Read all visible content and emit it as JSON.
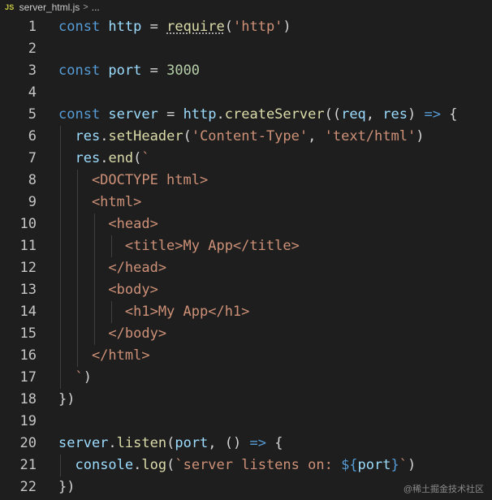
{
  "breadcrumb": {
    "file_badge": "JS",
    "file_name": "server_html.js",
    "separator": ">",
    "more": "..."
  },
  "code_lines": [
    {
      "n": "1",
      "tokens": [
        [
          "kw",
          "const "
        ],
        [
          "var",
          "http"
        ],
        [
          "punc",
          " = "
        ],
        [
          "fn",
          "require"
        ],
        [
          "punc",
          "("
        ],
        [
          "str",
          "'http'"
        ],
        [
          "punc",
          ")"
        ]
      ]
    },
    {
      "n": "2",
      "tokens": []
    },
    {
      "n": "3",
      "tokens": [
        [
          "kw",
          "const "
        ],
        [
          "var",
          "port"
        ],
        [
          "punc",
          " = "
        ],
        [
          "num",
          "3000"
        ]
      ]
    },
    {
      "n": "4",
      "tokens": []
    },
    {
      "n": "5",
      "tokens": [
        [
          "kw",
          "const "
        ],
        [
          "var",
          "server"
        ],
        [
          "punc",
          " = "
        ],
        [
          "var",
          "http"
        ],
        [
          "punc",
          "."
        ],
        [
          "fn",
          "createServer"
        ],
        [
          "punc",
          "(("
        ],
        [
          "var",
          "req"
        ],
        [
          "punc",
          ", "
        ],
        [
          "var",
          "res"
        ],
        [
          "punc",
          ") "
        ],
        [
          "kw",
          "=>"
        ],
        [
          "punc",
          " {"
        ]
      ]
    },
    {
      "n": "6",
      "tokens": [
        [
          "punc",
          "  "
        ],
        [
          "var",
          "res"
        ],
        [
          "punc",
          "."
        ],
        [
          "fn",
          "setHeader"
        ],
        [
          "punc",
          "("
        ],
        [
          "str",
          "'Content-Type'"
        ],
        [
          "punc",
          ", "
        ],
        [
          "str",
          "'text/html'"
        ],
        [
          "punc",
          ")"
        ]
      ]
    },
    {
      "n": "7",
      "tokens": [
        [
          "punc",
          "  "
        ],
        [
          "var",
          "res"
        ],
        [
          "punc",
          "."
        ],
        [
          "fn",
          "end"
        ],
        [
          "punc",
          "("
        ],
        [
          "str",
          "`"
        ]
      ]
    },
    {
      "n": "8",
      "tokens": [
        [
          "str",
          "    <DOCTYPE html>"
        ]
      ]
    },
    {
      "n": "9",
      "tokens": [
        [
          "str",
          "    <html>"
        ]
      ]
    },
    {
      "n": "10",
      "tokens": [
        [
          "str",
          "      <head>"
        ]
      ]
    },
    {
      "n": "11",
      "tokens": [
        [
          "str",
          "        <title>My App</title>"
        ]
      ]
    },
    {
      "n": "12",
      "tokens": [
        [
          "str",
          "      </head>"
        ]
      ]
    },
    {
      "n": "13",
      "tokens": [
        [
          "str",
          "      <body>"
        ]
      ]
    },
    {
      "n": "14",
      "tokens": [
        [
          "str",
          "        <h1>My App</h1>"
        ]
      ]
    },
    {
      "n": "15",
      "tokens": [
        [
          "str",
          "      </body>"
        ]
      ]
    },
    {
      "n": "16",
      "tokens": [
        [
          "str",
          "    </html>"
        ]
      ]
    },
    {
      "n": "17",
      "tokens": [
        [
          "str",
          "  `"
        ],
        [
          "punc",
          ")"
        ]
      ]
    },
    {
      "n": "18",
      "tokens": [
        [
          "punc",
          "})"
        ]
      ]
    },
    {
      "n": "19",
      "tokens": []
    },
    {
      "n": "20",
      "tokens": [
        [
          "var",
          "server"
        ],
        [
          "punc",
          "."
        ],
        [
          "fn",
          "listen"
        ],
        [
          "punc",
          "("
        ],
        [
          "var",
          "port"
        ],
        [
          "punc",
          ", () "
        ],
        [
          "kw",
          "=>"
        ],
        [
          "punc",
          " {"
        ]
      ]
    },
    {
      "n": "21",
      "tokens": [
        [
          "punc",
          "  "
        ],
        [
          "var",
          "console"
        ],
        [
          "punc",
          "."
        ],
        [
          "fn",
          "log"
        ],
        [
          "punc",
          "("
        ],
        [
          "str",
          "`server listens on: "
        ],
        [
          "kw",
          "${"
        ],
        [
          "var",
          "port"
        ],
        [
          "kw",
          "}"
        ],
        [
          "str",
          "`"
        ],
        [
          "punc",
          ")"
        ]
      ]
    },
    {
      "n": "22",
      "tokens": [
        [
          "punc",
          "})"
        ]
      ]
    }
  ],
  "watermark": "@稀土掘金技术社区"
}
